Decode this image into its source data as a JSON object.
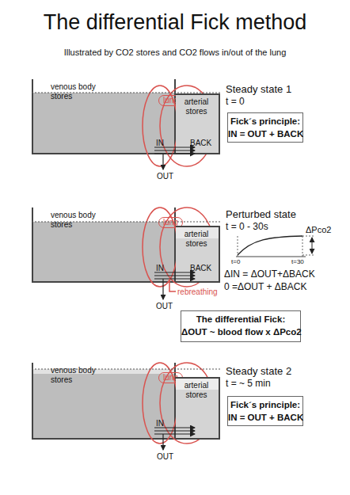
{
  "diagram": {
    "title": "The differential Fick method",
    "nodes": [
      {
        "text": [
          "venous body stores"
        ]
      },
      {
        "text": [
          "lung"
        ]
      },
      {
        "text": [
          "arterial stores"
        ]
      },
      {
        "text": [
          "Fick´s principle:",
          "IN = OUT + BACK"
        ]
      },
      {
        "text": [
          "venous body stores"
        ]
      },
      {
        "text": [
          "lung"
        ]
      },
      {
        "text": [
          "arterial stores"
        ]
      },
      {
        "text": [
          "The differential Fick:",
          "ΔOUT ~ blood flow x ΔPco2"
        ]
      },
      {
        "text": [
          "venous body stores"
        ]
      },
      {
        "text": [
          "lung"
        ]
      },
      {
        "text": [
          "arterial stores"
        ]
      },
      {
        "text": [
          "Fick´s principle:",
          "IN = OUT + BACK"
        ]
      }
    ],
    "labels": [
      "Illustrated by CO2 stores and CO2 flows in/out of the lung",
      "Steady state 1",
      "t = 0",
      "IN",
      "BACK",
      "OUT",
      "Perturbed state",
      "t = 0 - 30s",
      "ΔPco2",
      "t=0",
      "t=30",
      "IN",
      "BACK",
      "rebreathing",
      "OUT",
      "ΔIN = ΔOUT+ΔBACK",
      "0 =ΔOUT + ΔBACK",
      "Steady state 2",
      "t = ~ 5 min",
      "IN",
      "OUT"
    ]
  }
}
